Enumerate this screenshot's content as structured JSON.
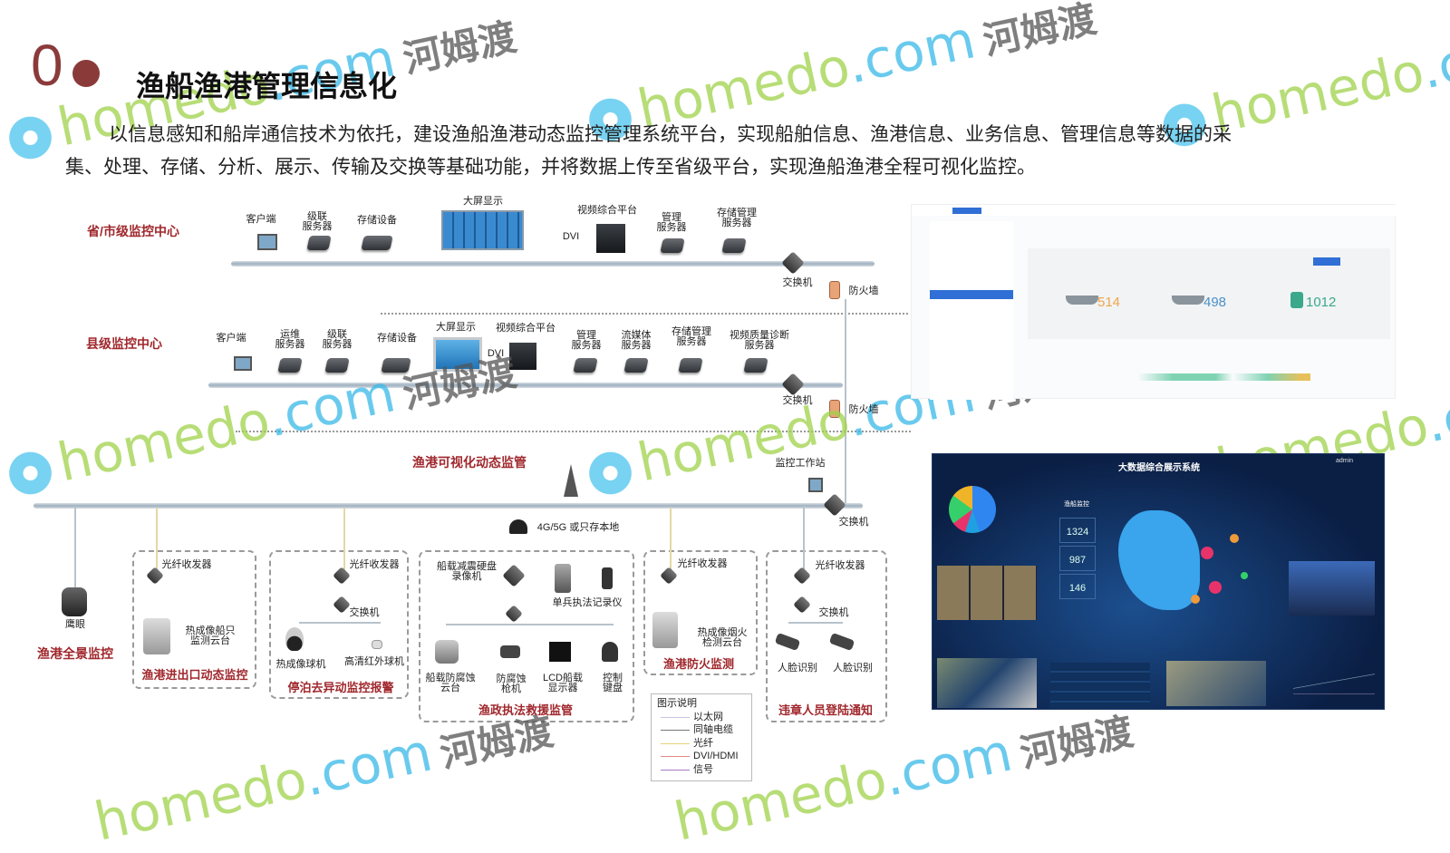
{
  "header": {
    "number": "0",
    "title": "渔船渔港管理信息化",
    "para_line1": "以信息感知和船岸通信技术为依托，建设渔船渔港动态监控管理系统平台，实现船舶信息、渔港信息、业务信息、管理信息等数据的采",
    "para_line2": "集、处理、存储、分析、展示、传输及交换等基础功能，并将数据上传至省级平台，实现渔船渔港全程可视化监控。"
  },
  "province": {
    "label": "省/市级监控中心",
    "devices": [
      "客户端",
      "级联\n服务器",
      "存储设备",
      "大屏显示",
      "视频综合平台",
      "管理\n服务器",
      "存储管理\n服务器"
    ],
    "dvi": "DVI",
    "switch": "交换机",
    "firewall": "防火墙"
  },
  "county": {
    "label": "县级监控中心",
    "devices": [
      "客户端",
      "运维\n服务器",
      "级联\n服务器",
      "存储设备",
      "大屏显示",
      "视频综合平台",
      "管理\n服务器",
      "流媒体\n服务器",
      "存储管理\n服务器",
      "视频质量诊断\n服务器"
    ],
    "dvi": "DVI",
    "switch": "交换机",
    "firewall": "防火墙"
  },
  "harbor": {
    "label": "渔港可视化动态监管",
    "workstation": "监控工作站",
    "switch": "交换机",
    "wireless": "4G/5G 或只存本地",
    "eagle": {
      "device": "鹰眼",
      "title": "渔港全景监控"
    },
    "g1": {
      "fiber": "光纤收发器",
      "device": "热成像船只\n监测云台",
      "title": "渔港进出口动态监控"
    },
    "g2": {
      "fiber": "光纤收发器",
      "switch": "交换机",
      "dev1": "热成像球机",
      "dev2": "高清红外球机",
      "title": "停泊去异动监控报警"
    },
    "g3": {
      "nvr": "船载减震硬盘\n录像机",
      "recorder": "单兵执法记录仪",
      "dev1": "船载防腐蚀\n云台",
      "dev2": "防腐蚀\n枪机",
      "dev3": "LCD船载\n显示器",
      "dev4": "控制\n键盘",
      "title": "渔政执法救援监管"
    },
    "g4": {
      "fiber": "光纤收发器",
      "device": "热成像烟火\n检测云台",
      "title": "渔港防火监测"
    },
    "g5": {
      "fiber": "光纤收发器",
      "switch": "交换机",
      "dev1": "人脸识别",
      "dev2": "人脸识别",
      "title": "违章人员登陆通知"
    }
  },
  "legend": {
    "title": "图示说明",
    "items": [
      "以太网",
      "同轴电缆",
      "光纤",
      "DVI/HDMI",
      "信号"
    ]
  },
  "shot1": {
    "stats": [
      "514",
      "498",
      "1012"
    ]
  },
  "shot2": {
    "title": "大数据综合展示系统",
    "user": "admin",
    "panel": "渔船监控",
    "stats": [
      "1324",
      "987",
      "146"
    ]
  },
  "watermark": {
    "brand": "homedo",
    "domain": ".com",
    "cn": "河姆渡"
  },
  "colors": {
    "accent": "#a0282d",
    "navy": "#0b1f45"
  }
}
